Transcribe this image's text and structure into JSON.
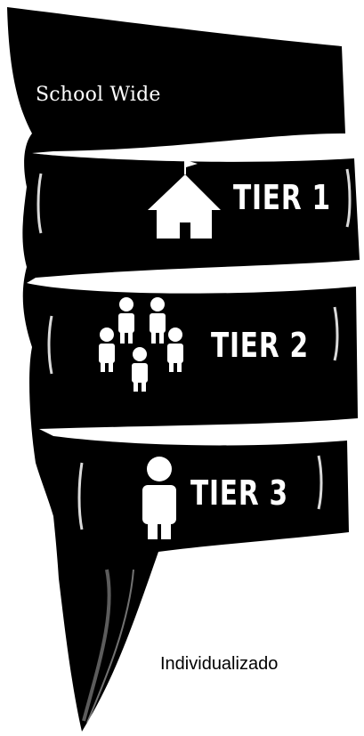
{
  "diagram": {
    "top_label": "School Wide",
    "tiers": [
      {
        "label": "TIER 1",
        "icon": "schoolhouse-icon"
      },
      {
        "label": "TIER 2",
        "icon": "group-of-people-icon"
      },
      {
        "label": "TIER 3",
        "icon": "person-icon"
      }
    ],
    "bottom_label": "Individualizado"
  },
  "colors": {
    "ribbon": "#000000",
    "text_on_ribbon": "#ffffff",
    "background": "#ffffff"
  }
}
